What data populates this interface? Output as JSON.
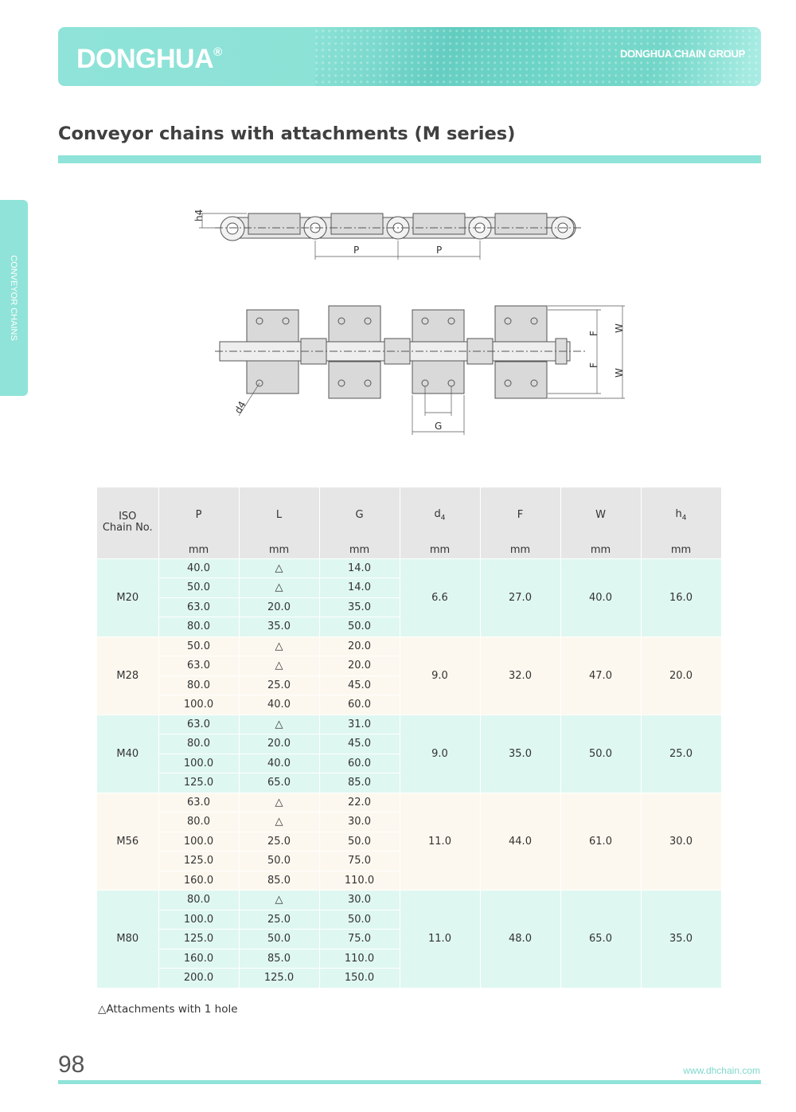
{
  "header": {
    "brand": "DONGHUA",
    "brand_mark": "®",
    "group": "DONGHUA CHAIN GROUP"
  },
  "page_title": "Conveyor chains with attachments (M series)",
  "side_tab": "CONVEYOR CHAINS",
  "drawing": {
    "labels": {
      "h4": "h4",
      "p1": "P",
      "p2": "P",
      "f1": "F",
      "f2": "F",
      "w1": "W",
      "w2": "W",
      "d4": "d4",
      "g": "G"
    }
  },
  "table": {
    "headers": {
      "iso_line1": "ISO",
      "iso_line2": "Chain No.",
      "p": "P",
      "l": "L",
      "g": "G",
      "d4": "d",
      "d4_sub": "4",
      "f": "F",
      "w": "W",
      "h4": "h",
      "h4_sub": "4"
    },
    "units": [
      "mm",
      "mm",
      "mm",
      "mm",
      "mm",
      "mm",
      "mm"
    ],
    "groups": [
      {
        "chain": "M20",
        "d4": "6.6",
        "f": "27.0",
        "w": "40.0",
        "h4": "16.0",
        "rows": [
          {
            "p": "40.0",
            "l": "△",
            "g": "14.0"
          },
          {
            "p": "50.0",
            "l": "△",
            "g": "14.0"
          },
          {
            "p": "63.0",
            "l": "20.0",
            "g": "35.0"
          },
          {
            "p": "80.0",
            "l": "35.0",
            "g": "50.0"
          }
        ]
      },
      {
        "chain": "M28",
        "d4": "9.0",
        "f": "32.0",
        "w": "47.0",
        "h4": "20.0",
        "rows": [
          {
            "p": "50.0",
            "l": "△",
            "g": "20.0"
          },
          {
            "p": "63.0",
            "l": "△",
            "g": "20.0"
          },
          {
            "p": "80.0",
            "l": "25.0",
            "g": "45.0"
          },
          {
            "p": "100.0",
            "l": "40.0",
            "g": "60.0"
          }
        ]
      },
      {
        "chain": "M40",
        "d4": "9.0",
        "f": "35.0",
        "w": "50.0",
        "h4": "25.0",
        "rows": [
          {
            "p": "63.0",
            "l": "△",
            "g": "31.0"
          },
          {
            "p": "80.0",
            "l": "20.0",
            "g": "45.0"
          },
          {
            "p": "100.0",
            "l": "40.0",
            "g": "60.0"
          },
          {
            "p": "125.0",
            "l": "65.0",
            "g": "85.0"
          }
        ]
      },
      {
        "chain": "M56",
        "d4": "11.0",
        "f": "44.0",
        "w": "61.0",
        "h4": "30.0",
        "rows": [
          {
            "p": "63.0",
            "l": "△",
            "g": "22.0"
          },
          {
            "p": "80.0",
            "l": "△",
            "g": "30.0"
          },
          {
            "p": "100.0",
            "l": "25.0",
            "g": "50.0"
          },
          {
            "p": "125.0",
            "l": "50.0",
            "g": "75.0"
          },
          {
            "p": "160.0",
            "l": "85.0",
            "g": "110.0"
          }
        ]
      },
      {
        "chain": "M80",
        "d4": "11.0",
        "f": "48.0",
        "w": "65.0",
        "h4": "35.0",
        "rows": [
          {
            "p": "80.0",
            "l": "△",
            "g": "30.0"
          },
          {
            "p": "100.0",
            "l": "25.0",
            "g": "50.0"
          },
          {
            "p": "125.0",
            "l": "50.0",
            "g": "75.0"
          },
          {
            "p": "160.0",
            "l": "85.0",
            "g": "110.0"
          },
          {
            "p": "200.0",
            "l": "125.0",
            "g": "150.0"
          }
        ]
      }
    ]
  },
  "note": "△Attachments with 1 hole",
  "footer": {
    "page_number": "98",
    "website": "www.dhchain.com"
  }
}
